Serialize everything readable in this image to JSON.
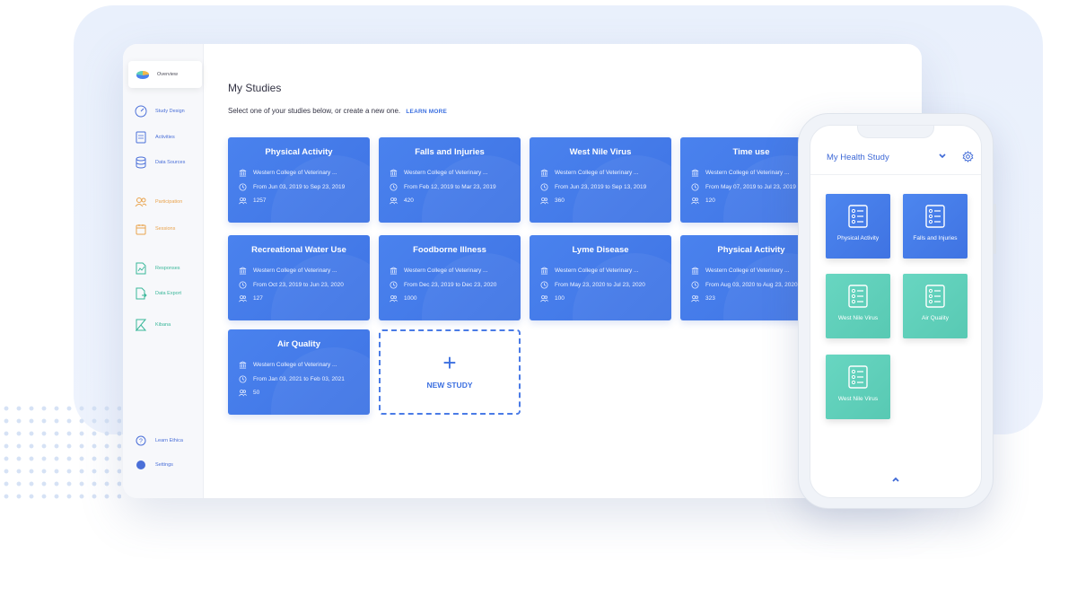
{
  "sidebar": {
    "items": [
      {
        "label": "Overview",
        "icon": "pie-chart-icon"
      },
      {
        "label": "Study Design",
        "icon": "gauge-icon"
      },
      {
        "label": "Activities",
        "icon": "document-icon"
      },
      {
        "label": "Data Sources",
        "icon": "database-icon"
      },
      {
        "label": "Participation",
        "icon": "people-icon"
      },
      {
        "label": "Sessions",
        "icon": "calendar-icon"
      },
      {
        "label": "Responses",
        "icon": "chart-doc-icon"
      },
      {
        "label": "Data Export",
        "icon": "export-icon"
      },
      {
        "label": "Kibana",
        "icon": "kibana-icon"
      },
      {
        "label": "Learn Ethica",
        "icon": "help-icon"
      },
      {
        "label": "Settings",
        "icon": "settings-dot-icon"
      }
    ]
  },
  "main": {
    "title": "My Studies",
    "subtitle": "Select one of your studies below, or create a new one.",
    "learn_more": "LEARN MORE",
    "studies": [
      {
        "title": "Physical Activity",
        "org": "Western College of Veterinary ...",
        "dates": "From Jun 03, 2019 to Sep 23, 2019",
        "count": "1257"
      },
      {
        "title": "Falls and Injuries",
        "org": "Western College of Veterinary ...",
        "dates": "From Feb 12, 2019 to Mar 23, 2019",
        "count": "420"
      },
      {
        "title": "West Nile Virus",
        "org": "Western College of Veterinary ...",
        "dates": "From Jun 23, 2019 to Sep 13, 2019",
        "count": "360"
      },
      {
        "title": "Time use",
        "org": "Western College of Veterinary ...",
        "dates": "From May 07, 2019 to Jul 23, 2019",
        "count": "120"
      },
      {
        "title": "Recreational Water Use",
        "org": "Western College of Veterinary ...",
        "dates": "From Oct 23, 2019 to Jun 23, 2020",
        "count": "127"
      },
      {
        "title": "Foodborne Illness",
        "org": "Western College of Veterinary ...",
        "dates": "From Dec 23, 2019 to Dec 23, 2020",
        "count": "1000"
      },
      {
        "title": "Lyme Disease",
        "org": "Western College of Veterinary ...",
        "dates": "From May 23, 2020 to Jul 23, 2020",
        "count": "100"
      },
      {
        "title": "Physical Activity",
        "org": "Western College of Veterinary ...",
        "dates": "From Aug 03, 2020 to Aug 23, 2020",
        "count": "323"
      },
      {
        "title": "Air Quality",
        "org": "Western College of Veterinary ...",
        "dates": "From Jan 03, 2021 to Feb 03, 2021",
        "count": "50"
      }
    ],
    "new_study": {
      "plus": "+",
      "label": "NEW STUDY"
    }
  },
  "phone": {
    "title": "My Health Study",
    "tiles": [
      {
        "label": "Physical Activity",
        "sub": "",
        "color": "#4a82ee"
      },
      {
        "label": "Falls and Injuries",
        "sub": "",
        "color": "#4a82ee"
      },
      {
        "label": "West Nile Virus",
        "sub": "",
        "color": "#5fcfb9"
      },
      {
        "label": "Air Quality",
        "sub": "",
        "color": "#5fcfb9"
      },
      {
        "label": "West Nile Virus",
        "sub": "",
        "color": "#5fcfb9"
      }
    ],
    "up_icon": "chevron-up-icon"
  },
  "colors": {
    "accent": "#3b6fe0",
    "card_blue": "#4a82ee",
    "tile_teal": "#5fcfb9",
    "orange": "#e9a34c",
    "green": "#3ab79a"
  }
}
